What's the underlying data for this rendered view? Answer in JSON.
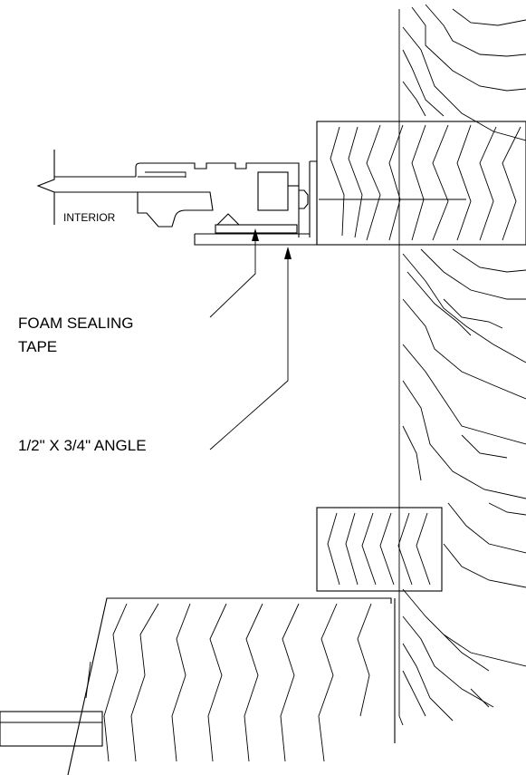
{
  "labels": {
    "interior": "INTERIOR",
    "foam_line1": "FOAM SEALING",
    "foam_line2": "TAPE",
    "angle": "1/2\" X 3/4\" ANGLE"
  },
  "colors": {
    "line": "#000000",
    "background": "#ffffff"
  }
}
